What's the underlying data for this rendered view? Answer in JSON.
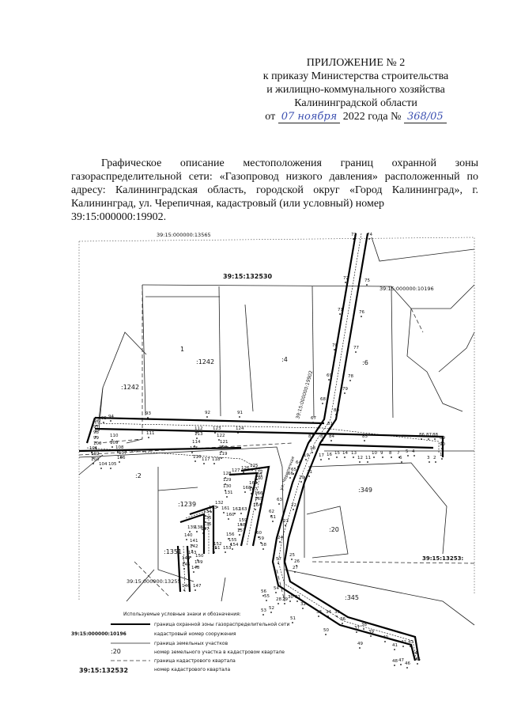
{
  "header": {
    "title": "ПРИЛОЖЕНИЕ № 2",
    "line2": "к приказу Министерства строительства",
    "line3": "и жилищно-коммунального хозяйства",
    "line4": "Калининградской области",
    "from_prefix": "от",
    "date_handwritten": "07 ноября",
    "year_text": "2022 года №",
    "number_handwritten": "368/05"
  },
  "description": {
    "text": "Графическое описание местоположения границ охранной зоны газораспределительной сети: «Газопровод низкого давления» расположенный по адресу: Калининградская область, городской округ «Город Калининград», г. Калининград, ул. Черепичная, кадастровый (или условный) номер",
    "number": "39:15:000000:19902."
  },
  "map": {
    "labels": {
      "cad_13565": "39:15:000000:13565",
      "quarter_132530": "39:15:132530",
      "cad_10196": "39:15:000000:10196",
      "parcel_1242_a": ":1242",
      "parcel_1242_b": ":1242",
      "parcel_1": "1",
      "parcel_4": ":4",
      "parcel_6": ":6",
      "parcel_2": ":2",
      "parcel_1239": ":1239",
      "parcel_349": ":349",
      "parcel_20": ":20",
      "parcel_1351": ":1351",
      "parcel_345": ":345",
      "quarter_132532_edge": "39:15:13253:",
      "cad_13255": "39:15:000000:13255",
      "pipe_cad_19902": "39:15:000000:19902",
      "street_label": "ул. Черепичная"
    },
    "points": [
      "73",
      "74",
      "72",
      "75",
      "71",
      "76",
      "70",
      "77",
      "69",
      "78",
      "79",
      "68",
      "80",
      "67",
      "81",
      "91",
      "92",
      "93",
      "94",
      "95",
      "96",
      "97",
      "98",
      "99",
      "100",
      "101",
      "102",
      "103",
      "104",
      "105",
      "106",
      "107",
      "108",
      "109",
      "110",
      "111",
      "112",
      "113",
      "114",
      "115",
      "116",
      "117",
      "118",
      "119",
      "120",
      "121",
      "122",
      "123",
      "124",
      "82",
      "83",
      "84",
      "85",
      "86",
      "87",
      "88",
      "89",
      "90",
      "18",
      "19",
      "17",
      "16",
      "15",
      "14",
      "13",
      "12",
      "11",
      "10",
      "9",
      "8",
      "7",
      "6",
      "5",
      "4",
      "3",
      "2",
      "1",
      "64",
      "65",
      "66",
      "21",
      "20",
      "22",
      "23",
      "24",
      "25",
      "26",
      "27",
      "28",
      "29",
      "30",
      "31",
      "32",
      "33",
      "34",
      "35",
      "36",
      "37",
      "38",
      "39",
      "40",
      "41",
      "42",
      "43",
      "44",
      "45",
      "46",
      "47",
      "48",
      "49",
      "50",
      "51",
      "52",
      "53",
      "54",
      "55",
      "56",
      "57",
      "58",
      "59",
      "60",
      "61",
      "62",
      "63",
      "125",
      "126",
      "127",
      "128",
      "129",
      "130",
      "131",
      "132",
      "133",
      "134",
      "135",
      "136",
      "137",
      "138",
      "139",
      "140",
      "141",
      "142",
      "143",
      "144",
      "145",
      "146",
      "147",
      "148",
      "149",
      "150",
      "151",
      "152",
      "153",
      "154",
      "155",
      "156",
      "157",
      "158",
      "159",
      "160",
      "161",
      "162",
      "163",
      "164",
      "165",
      "166",
      "167",
      "168",
      "169",
      "170",
      "171",
      "172"
    ],
    "legend": {
      "title": "Используемые условные знаки и обозначения:",
      "items": [
        {
          "sample": "",
          "text": "граница охранной зоны газораспределительной сети"
        },
        {
          "sample": "39:15:000000:10196",
          "text": "кадастровый номер сооружения"
        },
        {
          "sample": "",
          "text": "граница земельных участков"
        },
        {
          "sample": ":20",
          "text": "номер земельного участка в кадастровом квартале"
        },
        {
          "sample": "",
          "text": "граница кадастрового квартала"
        },
        {
          "sample": "39:15:132532",
          "text": "номер кадастрового квартала"
        }
      ]
    }
  }
}
